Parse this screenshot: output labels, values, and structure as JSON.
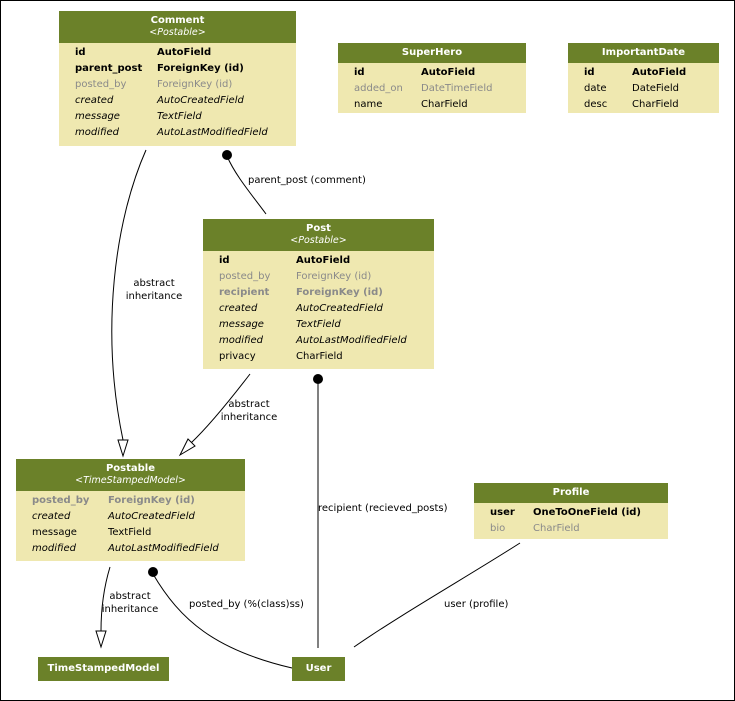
{
  "models": {
    "comment": {
      "name": "Comment",
      "subtitle": "<Postable>",
      "fields": [
        {
          "name": "id",
          "type": "AutoField",
          "style": "pk"
        },
        {
          "name": "parent_post",
          "type": "ForeignKey (id)",
          "style": "bold"
        },
        {
          "name": "posted_by",
          "type": "ForeignKey (id)",
          "style": "grey"
        },
        {
          "name": "created",
          "type": "AutoCreatedField",
          "style": "italic"
        },
        {
          "name": "message",
          "type": "TextField",
          "style": "italic"
        },
        {
          "name": "modified",
          "type": "AutoLastModifiedField",
          "style": "italic"
        }
      ]
    },
    "superhero": {
      "name": "SuperHero",
      "fields": [
        {
          "name": "id",
          "type": "AutoField",
          "style": "pk"
        },
        {
          "name": "added_on",
          "type": "DateTimeField",
          "style": "grey"
        },
        {
          "name": "name",
          "type": "CharField",
          "style": "normal"
        }
      ]
    },
    "importantdate": {
      "name": "ImportantDate",
      "fields": [
        {
          "name": "id",
          "type": "AutoField",
          "style": "pk"
        },
        {
          "name": "date",
          "type": "DateField",
          "style": "normal"
        },
        {
          "name": "desc",
          "type": "CharField",
          "style": "normal"
        }
      ]
    },
    "post": {
      "name": "Post",
      "subtitle": "<Postable>",
      "fields": [
        {
          "name": "id",
          "type": "AutoField",
          "style": "pk"
        },
        {
          "name": "posted_by",
          "type": "ForeignKey (id)",
          "style": "grey"
        },
        {
          "name": "recipient",
          "type": "ForeignKey (id)",
          "style": "grey-bold"
        },
        {
          "name": "created",
          "type": "AutoCreatedField",
          "style": "italic"
        },
        {
          "name": "message",
          "type": "TextField",
          "style": "italic"
        },
        {
          "name": "modified",
          "type": "AutoLastModifiedField",
          "style": "italic"
        },
        {
          "name": "privacy",
          "type": "CharField",
          "style": "normal"
        }
      ]
    },
    "postable": {
      "name": "Postable",
      "subtitle": "<TimeStampedModel>",
      "fields": [
        {
          "name": "posted_by",
          "type": "ForeignKey (id)",
          "style": "grey-bold"
        },
        {
          "name": "created",
          "type": "AutoCreatedField",
          "style": "italic"
        },
        {
          "name": "message",
          "type": "TextField",
          "style": "normal"
        },
        {
          "name": "modified",
          "type": "AutoLastModifiedField",
          "style": "italic"
        }
      ]
    },
    "profile": {
      "name": "Profile",
      "fields": [
        {
          "name": "user",
          "type": "OneToOneField (id)",
          "style": "pk"
        },
        {
          "name": "bio",
          "type": "CharField",
          "style": "grey"
        }
      ]
    },
    "timestampedmodel": {
      "name": "TimeStampedModel"
    },
    "user": {
      "name": "User"
    }
  },
  "edge_labels": {
    "comment_postable": [
      "abstract",
      "inheritance"
    ],
    "comment_post": "parent_post (comment)",
    "post_postable": [
      "abstract",
      "inheritance"
    ],
    "post_user": "recipient (recieved_posts)",
    "postable_tsm": [
      "abstract",
      "inheritance"
    ],
    "postable_user": "posted_by (%(class)ss)",
    "profile_user": "user (profile)"
  },
  "colors": {
    "header": "#6b8129",
    "body": "#efe8b0",
    "edge": "#000000",
    "nullable_field": "#8a8a8a"
  }
}
